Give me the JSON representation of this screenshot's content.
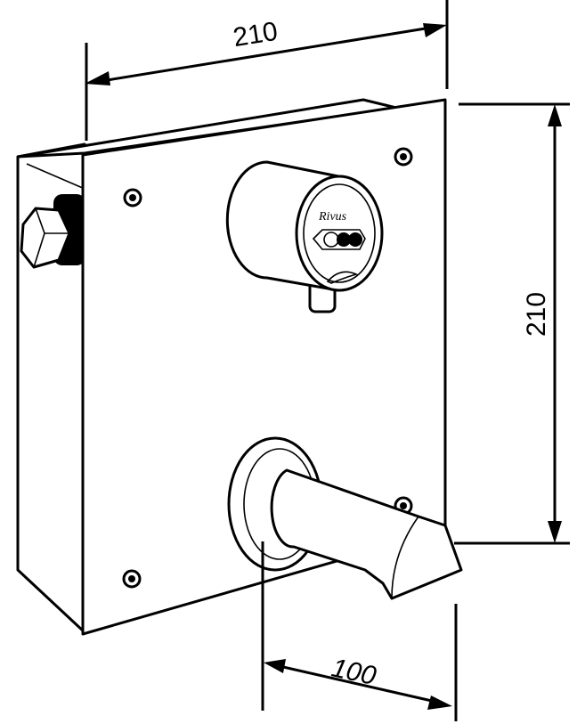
{
  "dimensions": {
    "width_top": "210",
    "height_right": "210",
    "spout_reach": "100"
  },
  "colors": {
    "line": "#000000",
    "background": "#ffffff"
  }
}
